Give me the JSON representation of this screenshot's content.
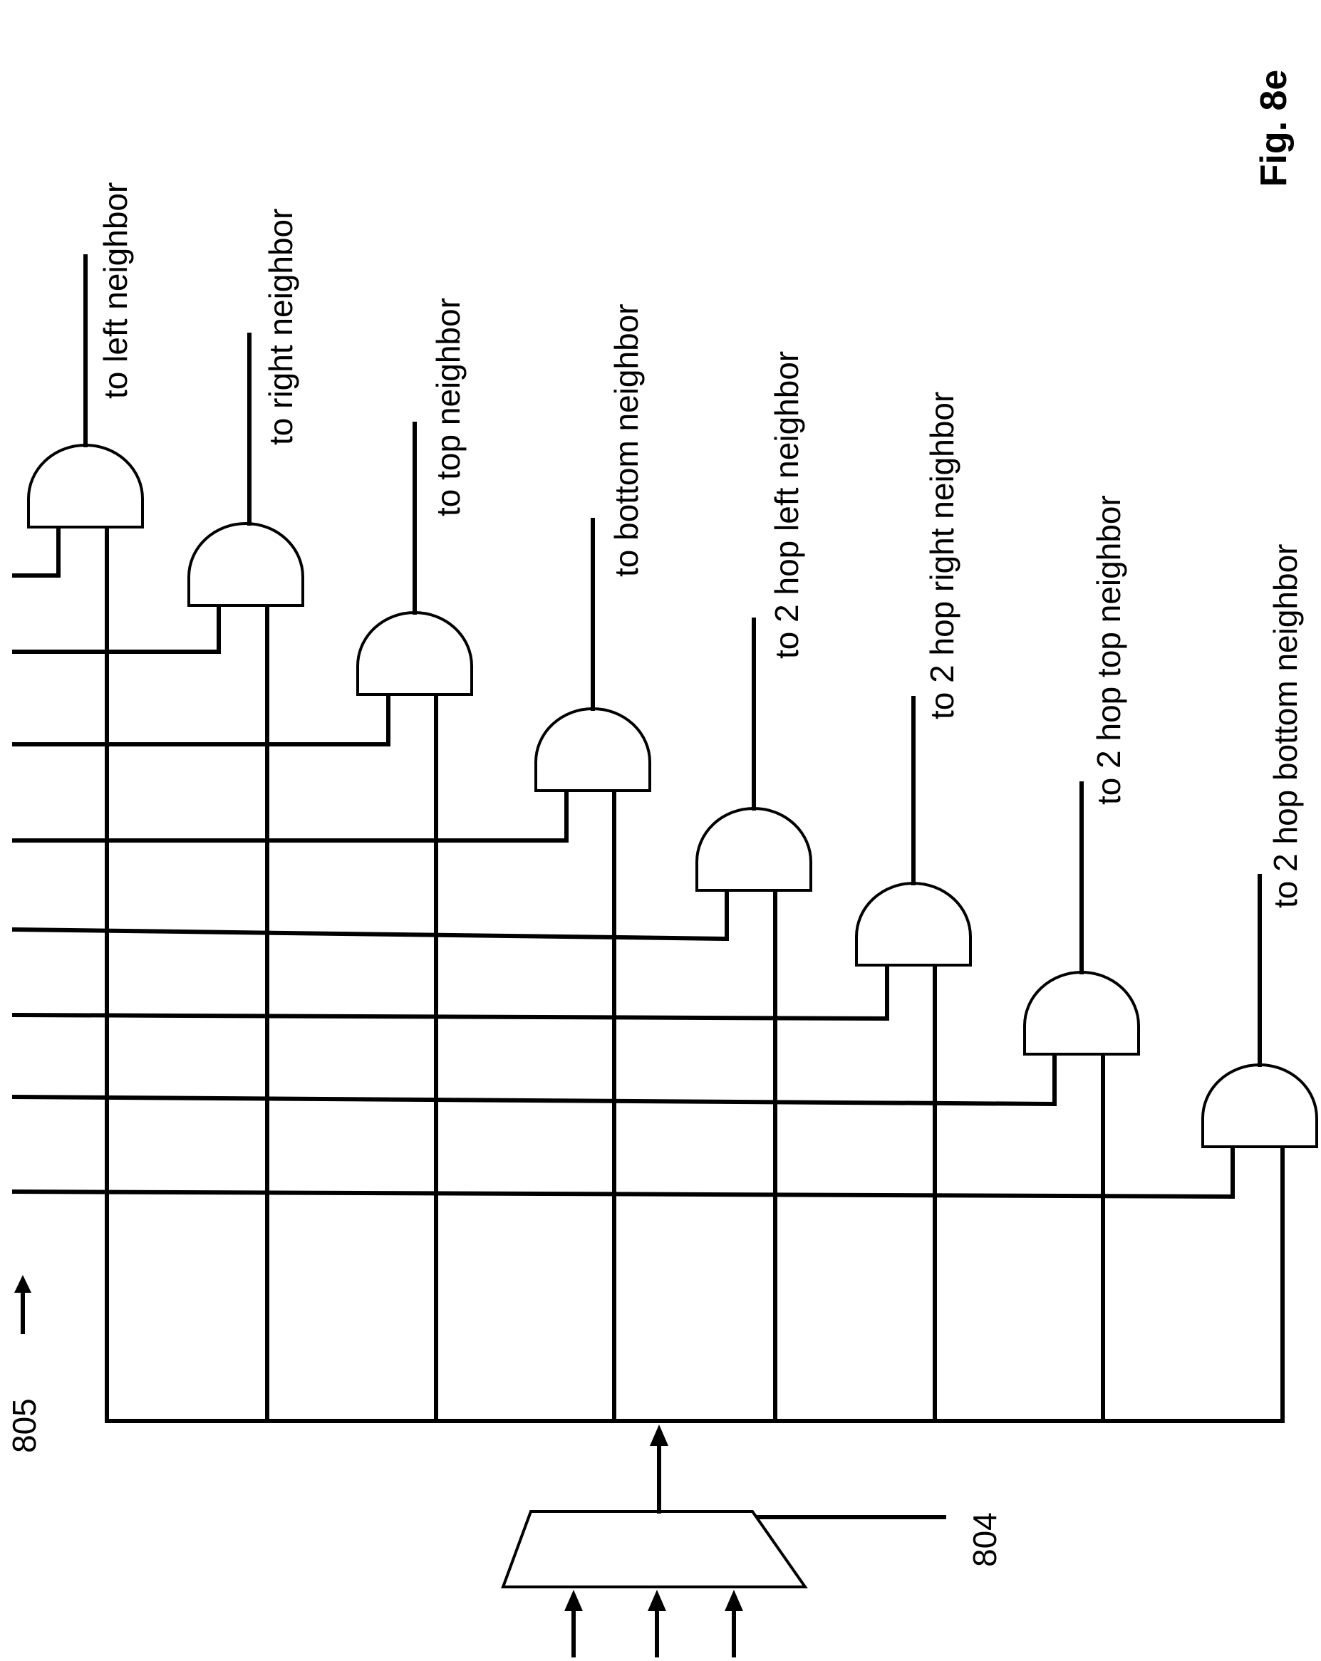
{
  "figure_label": "Fig. 8e",
  "reference_numerals": {
    "mux": "804",
    "input_bus": "805"
  },
  "outputs": [
    "to left neighbor",
    "to right neighbor",
    "to top neighbor",
    "to bottom neighbor",
    "to 2 hop left neighbor",
    "to 2 hop right neighbor",
    "to 2 hop top neighbor",
    "to 2 hop bottom neighbor"
  ],
  "mux_inputs": 3,
  "colors": {
    "stroke": "#000000",
    "background": "#ffffff"
  }
}
